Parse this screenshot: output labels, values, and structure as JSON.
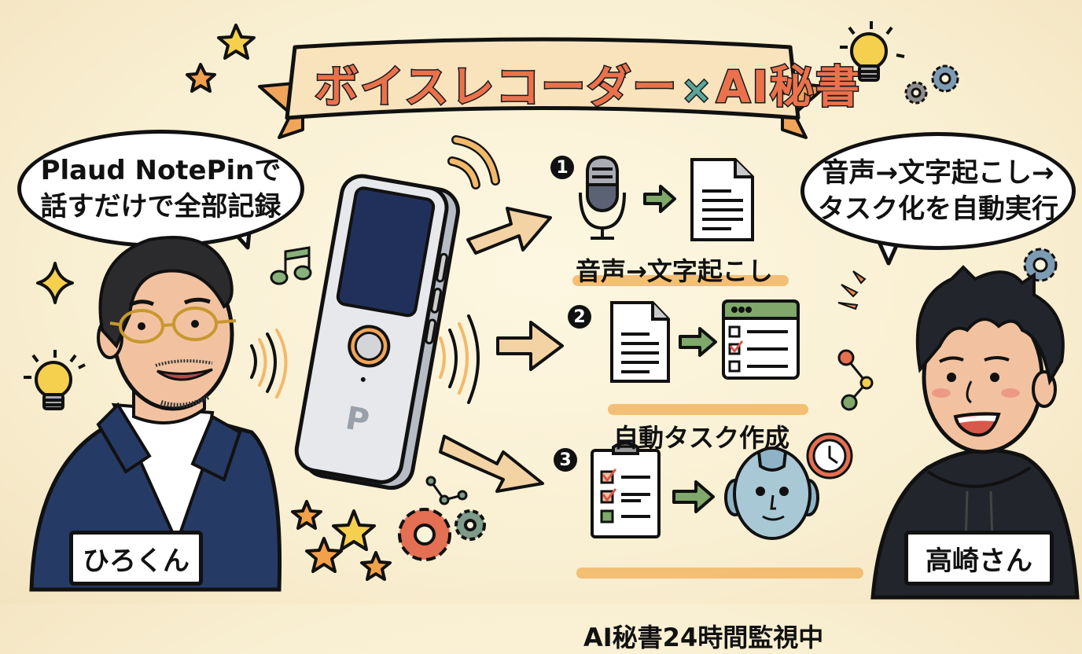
{
  "title": {
    "part1": "ボイスレコーダー",
    "separator": "×",
    "part2": "AI秘書"
  },
  "left_speaker": {
    "bubble_line1": "Plaud NotePinで",
    "bubble_line2": "話すだけで全部記録",
    "name": "ひろくん"
  },
  "right_speaker": {
    "bubble_line1": "音声→文字起こし→",
    "bubble_line2": "タスク化を自動実行",
    "name": "高崎さん"
  },
  "device": {
    "logo": "P"
  },
  "steps": [
    {
      "number": "1",
      "label": "音声→文字起こし",
      "icons": [
        "microphone-icon",
        "document-icon"
      ]
    },
    {
      "number": "2",
      "label": "自動タスク作成",
      "icons": [
        "document-icon",
        "checklist-window-icon"
      ]
    },
    {
      "number": "3",
      "label": "AI秘書24時間監視中",
      "icons": [
        "clipboard-checklist-icon",
        "robot-face-icon",
        "clock-icon"
      ]
    }
  ],
  "colors": {
    "background": "#fbf3da",
    "title_text": "#e9724d",
    "title_separator": "#5ba69a",
    "highlight": "#f2b96a",
    "arrow_fill": "#f3d2a4",
    "green_arrow": "#7fa86a",
    "suit": "#263a66",
    "hoodie": "#22252b",
    "screen": "#21305a"
  }
}
